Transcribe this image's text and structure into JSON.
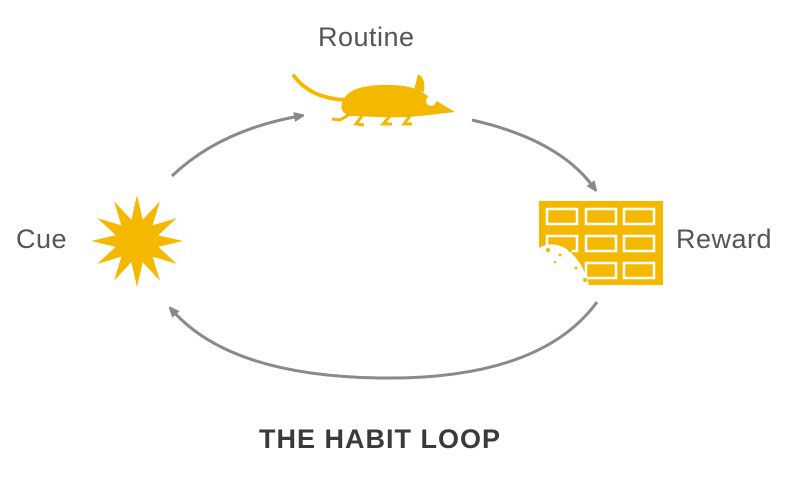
{
  "labels": {
    "routine": "Routine",
    "cue": "Cue",
    "reward": "Reward"
  },
  "title": "THE HABIT LOOP",
  "icons": {
    "routine": "mouse-icon",
    "cue": "star-burst-icon",
    "reward": "chocolate-bar-icon"
  },
  "colors": {
    "accent": "#F5B800",
    "arrow": "#8a8a8a",
    "text": "#555555"
  }
}
